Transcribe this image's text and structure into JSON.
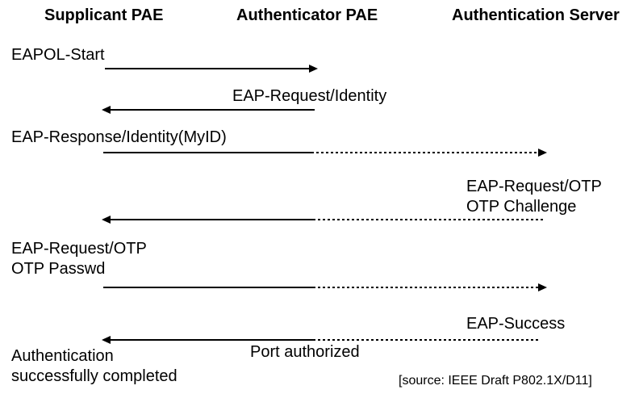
{
  "diagram": {
    "columns": [
      {
        "label": "Supplicant PAE"
      },
      {
        "label": "Authenticator PAE"
      },
      {
        "label": "Authentication Server"
      }
    ],
    "messages": [
      {
        "label": "EAPOL-Start",
        "from": "Supplicant PAE",
        "to": "Authenticator PAE",
        "direction": "right",
        "line": "solid"
      },
      {
        "label": "EAP-Request/Identity",
        "from": "Authenticator PAE",
        "to": "Supplicant PAE",
        "direction": "left",
        "line": "solid"
      },
      {
        "label": "EAP-Response/Identity(MyID)",
        "from": "Supplicant PAE",
        "to": "Authentication Server",
        "direction": "right",
        "line": "solid-then-dashed"
      },
      {
        "line1": "EAP-Request/OTP",
        "line2": "OTP Challenge",
        "from": "Authentication Server",
        "to": "Supplicant PAE",
        "direction": "left",
        "line": "dashed-then-solid"
      },
      {
        "line1": "EAP-Request/OTP",
        "line2": "OTP Passwd",
        "from": "Supplicant PAE",
        "to": "Authentication Server",
        "direction": "right",
        "line": "solid-then-dashed"
      },
      {
        "label": "EAP-Success",
        "note": "Port authorized",
        "from": "Authentication Server",
        "to": "Supplicant PAE",
        "direction": "left",
        "line": "dashed-then-solid"
      }
    ],
    "result": {
      "line1": "Authentication",
      "line2": "successfully completed"
    },
    "source": "[source: IEEE Draft P802.1X/D11]",
    "colors": {
      "ink": "#000000",
      "background": "#ffffff"
    }
  }
}
